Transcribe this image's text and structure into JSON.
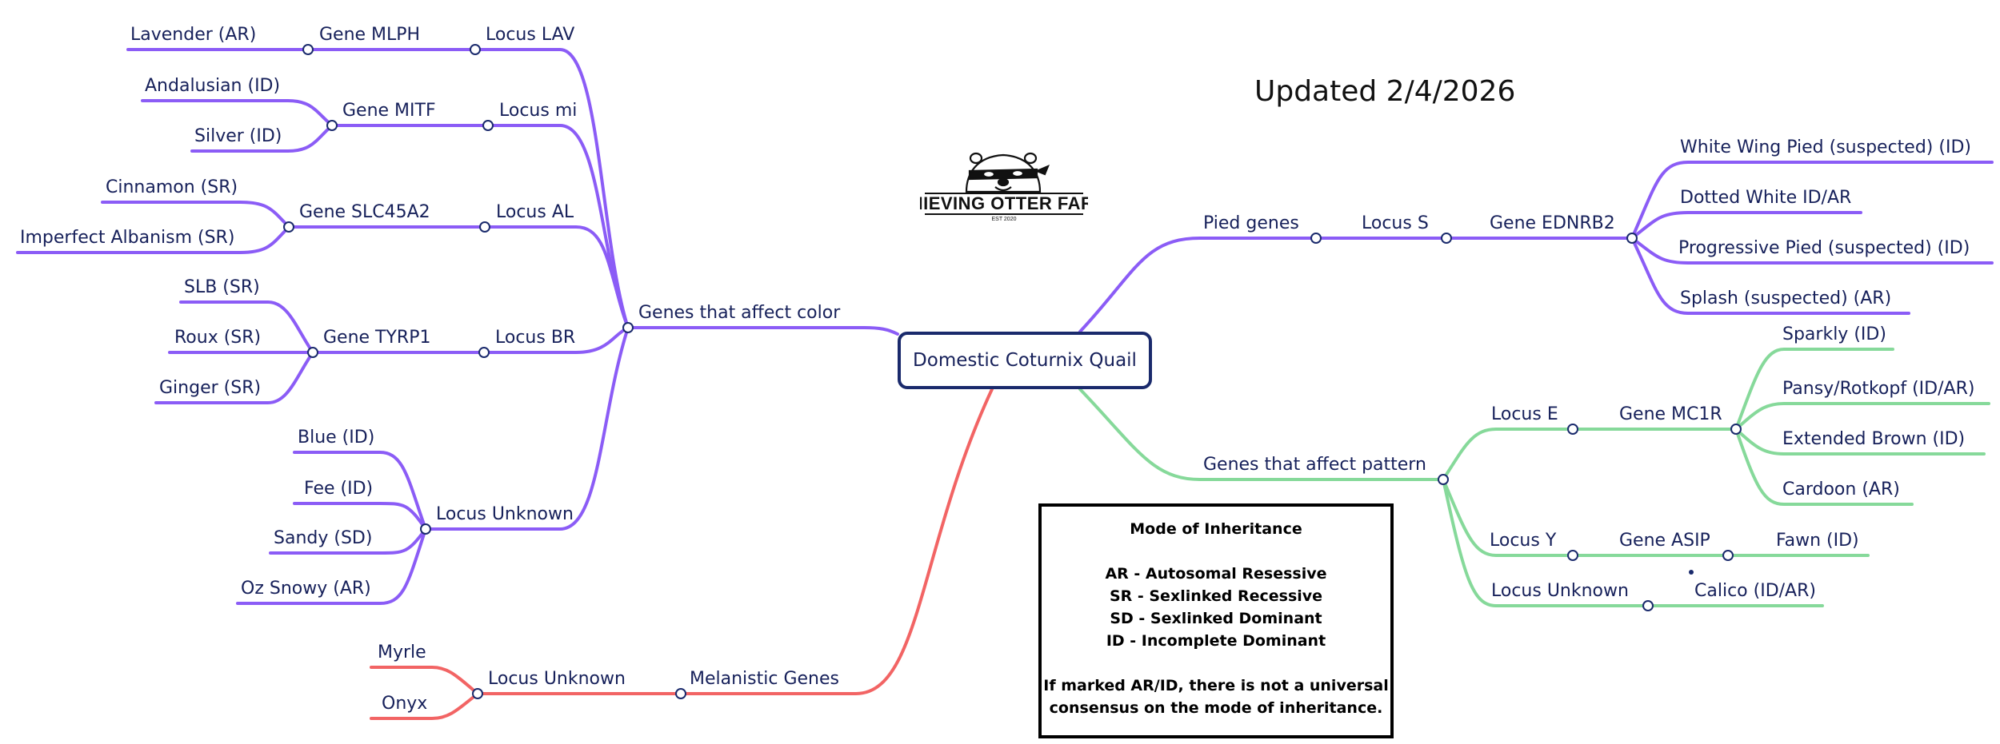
{
  "title": "Updated 2/4/2026",
  "logo": {
    "name": "THIEVING OTTER FARM",
    "est": "EST 2020"
  },
  "root": "Domestic Coturnix Quail",
  "colors": {
    "purple": "#8b5cf6",
    "green": "#86d99a",
    "red": "#f26464",
    "navy": "#1a2a6c"
  },
  "color_branch": {
    "label": "Genes that affect color",
    "lav": {
      "locus": "Locus LAV",
      "gene": "Gene MLPH",
      "traits": [
        "Lavender (AR)"
      ]
    },
    "mi": {
      "locus": "Locus mi",
      "gene": "Gene MITF",
      "traits": [
        "Andalusian (ID)",
        "Silver (ID)"
      ]
    },
    "al": {
      "locus": "Locus AL",
      "gene": "Gene SLC45A2",
      "traits": [
        "Cinnamon (SR)",
        "Imperfect Albanism (SR)"
      ]
    },
    "br": {
      "locus": "Locus BR",
      "gene": "Gene TYRP1",
      "traits": [
        "SLB (SR)",
        "Roux (SR)",
        "Ginger (SR)"
      ]
    },
    "unknown": {
      "locus": "Locus Unknown",
      "traits": [
        "Blue (ID)",
        "Fee (ID)",
        "Sandy (SD)",
        "Oz Snowy (AR)"
      ]
    }
  },
  "melanistic": {
    "label": "Melanistic Genes",
    "locus": "Locus Unknown",
    "traits": [
      "Myrle",
      "Onyx"
    ]
  },
  "pied": {
    "label": "Pied genes",
    "locus": "Locus S",
    "gene": "Gene EDNRB2",
    "traits": [
      "White Wing Pied (suspected) (ID)",
      "Dotted White ID/AR",
      "Progressive Pied (suspected) (ID)",
      "Splash (suspected) (AR)"
    ]
  },
  "pattern": {
    "label": "Genes that affect pattern",
    "e": {
      "locus": "Locus E",
      "gene": "Gene MC1R",
      "traits": [
        "Sparkly (ID)",
        "Pansy/Rotkopf (ID/AR)",
        "Extended Brown (ID)",
        "Cardoon (AR)"
      ]
    },
    "y": {
      "locus": "Locus Y",
      "gene": "Gene ASIP",
      "traits": [
        "Fawn (ID)"
      ]
    },
    "unknown": {
      "locus": "Locus Unknown",
      "traits": [
        "Calico (ID/AR)"
      ]
    }
  },
  "legend": {
    "title": "Mode of Inheritance",
    "lines": [
      "AR - Autosomal Resessive",
      "SR - Sexlinked Recessive",
      "SD - Sexlinked Dominant",
      "ID - Incomplete Dominant"
    ],
    "note": [
      "If marked AR/ID, there is not a universal",
      "consensus on the mode of inheritance."
    ]
  }
}
